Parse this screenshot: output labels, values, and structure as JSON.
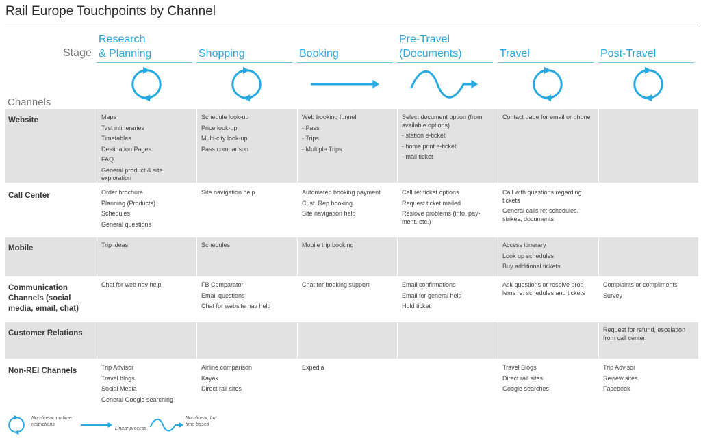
{
  "title": "Rail Europe Touchpoints by Channel",
  "stage_label": "Stage",
  "channels_label": "Channels",
  "colors": {
    "accent": "#27a9e1",
    "row_gray": "#e2e2e2"
  },
  "stages": [
    {
      "name": "Research & Planning",
      "lines": [
        "Research",
        "& Planning"
      ],
      "icon": "cycle-icon"
    },
    {
      "name": "Shopping",
      "lines": [
        "Shopping"
      ],
      "icon": "cycle-icon"
    },
    {
      "name": "Booking",
      "lines": [
        "Booking"
      ],
      "icon": "arrow-icon"
    },
    {
      "name": "Pre-Travel (Documents)",
      "lines": [
        "Pre-Travel",
        "(Documents)"
      ],
      "icon": "wave-arrow-icon"
    },
    {
      "name": "Travel",
      "lines": [
        "Travel"
      ],
      "icon": "cycle-icon"
    },
    {
      "name": "Post-Travel",
      "lines": [
        "Post-Travel"
      ],
      "icon": "cycle-icon"
    }
  ],
  "channels": [
    {
      "name": "Website",
      "cells": [
        [
          "Maps",
          "Test intineraries",
          "Timetables",
          "Destination Pages",
          "FAQ",
          "General product & site exploration"
        ],
        [
          "Schedule look-up",
          "Price look-up",
          "Multi-city look-up",
          "Pass comparison"
        ],
        [
          "Web booking funnel",
          "- Pass",
          "- Trips",
          "- Multiple Trips"
        ],
        [
          "Select document option (from available options)",
          "- station e-ticket",
          "- home print e-ticket",
          "- mail ticket"
        ],
        [
          "Contact page for email or phone"
        ],
        []
      ]
    },
    {
      "name": "Call Center",
      "cells": [
        [
          "Order brochure",
          "Planning (Products)",
          "Schedules",
          "General questions"
        ],
        [
          "Site navigation help"
        ],
        [
          "Automated booking payment",
          "Cust. Rep booking",
          "Site navigation help"
        ],
        [
          "Call re: ticket options",
          "Request ticket mailed",
          "Reslove problems (info, pay-ment, etc.)"
        ],
        [
          "Call with questions regarding tickets",
          "General calls re: schedules, strikes, documents"
        ],
        []
      ]
    },
    {
      "name": "Mobile",
      "cells": [
        [
          "Trip ideas"
        ],
        [
          "Schedules"
        ],
        [
          "Mobile trip booking"
        ],
        [],
        [
          "Access itinerary",
          "Look up schedules",
          "Buy additional tickets"
        ],
        []
      ]
    },
    {
      "name": "Communication Channels (social media, email, chat)",
      "cells": [
        [
          "Chat for web nav help"
        ],
        [
          "FB Comparator",
          "Email questions",
          "Chat for website nav help"
        ],
        [
          "Chat for booking support"
        ],
        [
          "Email confirmations",
          "Email for general help",
          "Hold ticket"
        ],
        [
          "Ask questions or resolve prob-lems re: schedules and tickets"
        ],
        [
          "Complaints or compliments",
          "Survey"
        ]
      ]
    },
    {
      "name": "Customer Relations",
      "cells": [
        [],
        [],
        [],
        [],
        [],
        [
          "Request for refund, escelation from call center."
        ]
      ]
    },
    {
      "name": "Non-REI Channels",
      "cells": [
        [
          "Trip Advisor",
          "Travel blogs",
          "Social Media",
          "General Google searching"
        ],
        [
          "Airline comparison",
          "Kayak",
          "Direct rail sites"
        ],
        [
          "Expedia"
        ],
        [],
        [
          "Travel Blogs",
          "Direct rail sites",
          "Google searches"
        ],
        [
          "Trip Advisor",
          "Review sites",
          "Facebook"
        ]
      ]
    }
  ],
  "legend": [
    {
      "icon": "cycle-icon",
      "label": "Non-linear, no time restrictions"
    },
    {
      "icon": "arrow-icon",
      "label": "Linear process"
    },
    {
      "icon": "wave-arrow-icon",
      "label": "Non-linear, but time based"
    }
  ]
}
